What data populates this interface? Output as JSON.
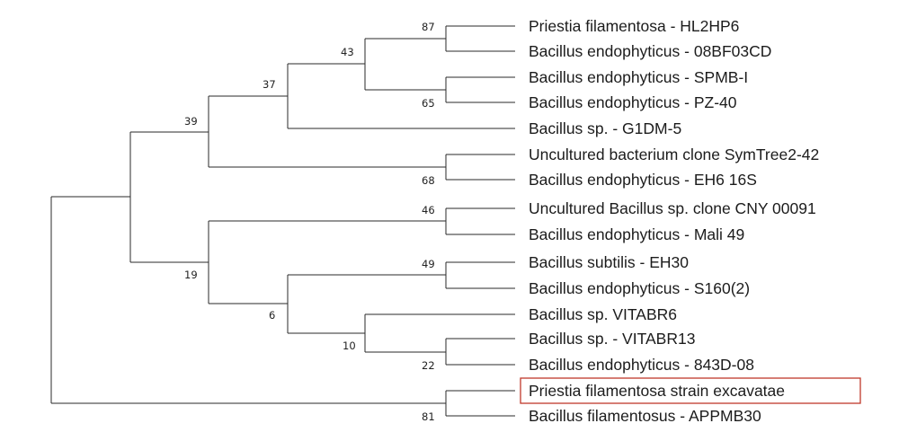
{
  "taxa": [
    "Priestia filamentosa - HL2HP6",
    "Bacillus endophyticus - 08BF03CD",
    "Bacillus endophyticus - SPMB-I",
    "Bacillus endophyticus - PZ-40",
    "Bacillus sp. - G1DM-5",
    "Uncultured bacterium clone SymTree2-42",
    "Bacillus endophyticus - EH6 16S",
    "Uncultured Bacillus sp. clone CNY 00091",
    "Bacillus endophyticus - Mali 49",
    "Bacillus subtilis - EH30",
    "Bacillus endophyticus - S160(2)",
    "Bacillus sp. VITABR6",
    "Bacillus sp. - VITABR13",
    "Bacillus endophyticus - 843D-08",
    "Priestia filamentosa strain excavatae",
    "Bacillus filamentosus - APPMB30"
  ],
  "highlighted_taxon_index": 14,
  "highlight_color": "#c0392b",
  "bootstrap_values": [
    "87",
    "43",
    "65",
    "37",
    "39",
    "68",
    "46",
    "19",
    "49",
    "6",
    "10",
    "22",
    "81"
  ]
}
